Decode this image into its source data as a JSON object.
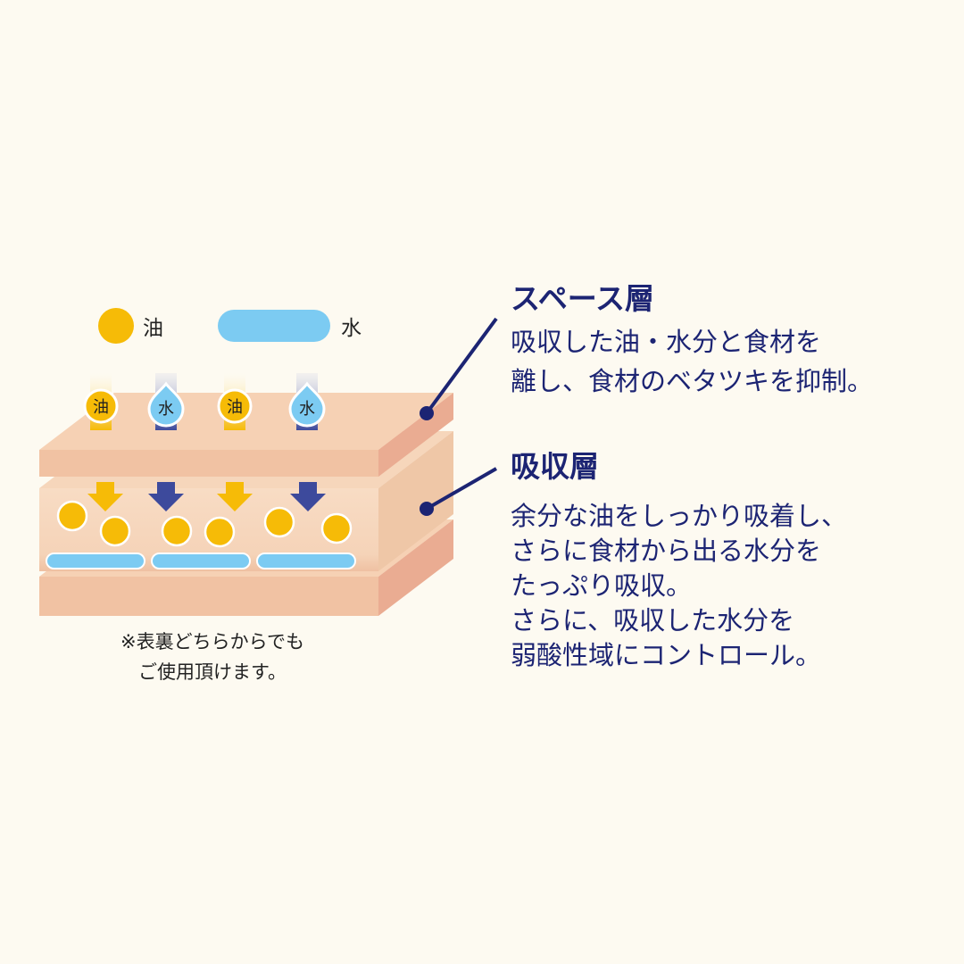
{
  "legend": {
    "oil_label": "油",
    "water_label": "水"
  },
  "colors": {
    "oil": "#f6bb07",
    "water": "#7ccbf2",
    "navy": "#1c2473",
    "layer_light": "#f6d1b4",
    "layer_front": "#f1c2a3",
    "layer_side": "#eaac92"
  },
  "badges": [
    "油",
    "水",
    "油",
    "水"
  ],
  "space_layer": {
    "title": "スペース層",
    "lines": [
      "吸収した油・水分と食材を",
      "離し、食材のベタツキを抑制。"
    ]
  },
  "absorb_layer": {
    "title": "吸収層",
    "lines": [
      "余分な油をしっかり吸着し、",
      "さらに食材から出る水分を",
      "たっぷり吸収。",
      "さらに、吸収した水分を",
      "弱酸性域にコントロール。"
    ]
  },
  "note": {
    "lines": [
      "※表裏どちらからでも",
      "ご使用頂けます。"
    ]
  }
}
